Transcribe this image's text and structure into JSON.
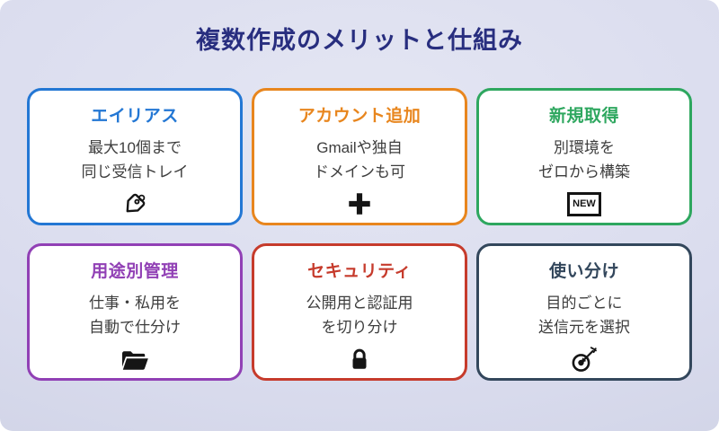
{
  "page": {
    "title": "複数作成のメリットと仕組み",
    "background_top": "#e4e6f3",
    "background_bottom": "#ccd0e3",
    "title_color": "#282e7f",
    "body_text_color": "#3d3d3d",
    "icon_color": "#151515",
    "card_background": "#ffffff"
  },
  "cards": [
    {
      "title": "エイリアス",
      "line1": "最大10個まで",
      "line2": "同じ受信トレイ",
      "icon": "tag-icon",
      "color": "#2377d4"
    },
    {
      "title": "アカウント追加",
      "line1": "Gmailや独自",
      "line2": "ドメインも可",
      "icon": "plus-icon",
      "color": "#e8861e"
    },
    {
      "title": "新規取得",
      "line1": "別環境を",
      "line2": "ゼロから構築",
      "icon": "new-badge-icon",
      "icon_label": "NEW",
      "color": "#2ea75f"
    },
    {
      "title": "用途別管理",
      "line1": "仕事・私用を",
      "line2": "自動で仕分け",
      "icon": "open-folder-icon",
      "color": "#9140b5"
    },
    {
      "title": "セキュリティ",
      "line1": "公開用と認証用",
      "line2": "を切り分け",
      "icon": "lock-icon",
      "color": "#c63b2c"
    },
    {
      "title": "使い分け",
      "line1": "目的ごとに",
      "line2": "送信元を選択",
      "icon": "target-dart-icon",
      "color": "#33475c"
    }
  ]
}
